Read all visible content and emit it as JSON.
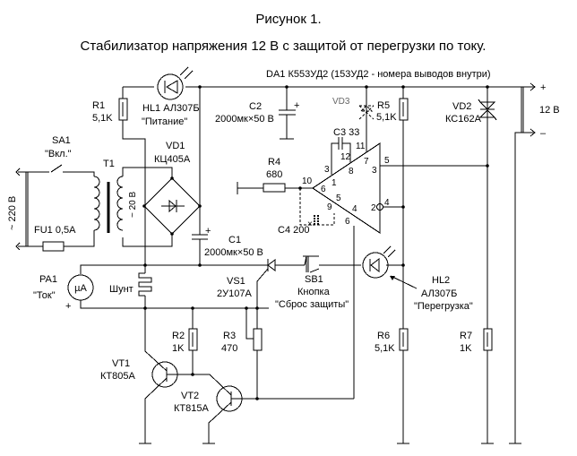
{
  "figure": {
    "number": "Рисунок 1.",
    "title": "Стабилизатор напряжения 12 В с защитой от перегрузки по току."
  },
  "opamp": {
    "ref": "DA1",
    "part": "К553УД2",
    "note": "(153УД2 - номера выводов внутри)",
    "pins_outer": [
      "10",
      "3",
      "12",
      "11",
      "5",
      "4",
      "6",
      "9"
    ],
    "pins_inner": [
      "6",
      "1",
      "8",
      "7",
      "3",
      "2",
      "4",
      "5"
    ]
  },
  "components": {
    "R1": {
      "ref": "R1",
      "value": "5,1K"
    },
    "R2": {
      "ref": "R2",
      "value": "1K"
    },
    "R3": {
      "ref": "R3",
      "value": "470"
    },
    "R4": {
      "ref": "R4",
      "value": "680"
    },
    "R5": {
      "ref": "R5",
      "value": "5,1K"
    },
    "R6": {
      "ref": "R6",
      "value": "5,1K"
    },
    "R7": {
      "ref": "R7",
      "value": "1K"
    },
    "C1": {
      "ref": "C1",
      "value": "2000мк×50 В"
    },
    "C2": {
      "ref": "C2",
      "value": "2000мк×50 В"
    },
    "C3": {
      "ref": "C3 33"
    },
    "C4": {
      "ref": "C4 200",
      "mark": "×"
    },
    "HL1": {
      "ref": "HL1 АЛ307Б",
      "label": "\"Питание\""
    },
    "HL2": {
      "ref": "HL2",
      "part": "АЛ307Б",
      "label": "\"Перегрузка\""
    },
    "VD1": {
      "ref": "VD1",
      "part": "КЦ405А"
    },
    "VD2": {
      "ref": "VD2",
      "part": "КС162А"
    },
    "VD3": {
      "ref": "VD3"
    },
    "VS1": {
      "ref": "VS1",
      "part": "2У107А"
    },
    "VT1": {
      "ref": "VT1",
      "part": "КТ805А"
    },
    "VT2": {
      "ref": "VT2",
      "part": "КТ815А"
    },
    "SA1": {
      "ref": "SA1",
      "label": "\"Вкл.\""
    },
    "SB1": {
      "ref": "SB1",
      "type": "Кнопка",
      "label": "\"Сброс защиты\""
    },
    "FU1": {
      "ref": "FU1  0,5А"
    },
    "T1": {
      "ref": "T1",
      "secondary": "~ 20 В"
    },
    "PA1": {
      "ref": "PA1",
      "label": "\"Ток\"",
      "symbol": "µA",
      "plus": "+"
    },
    "shunt": {
      "label": "Шунт"
    }
  },
  "terminals": {
    "input": "~ 220 В",
    "output": "12 В",
    "plus": "+",
    "minus": "–"
  }
}
